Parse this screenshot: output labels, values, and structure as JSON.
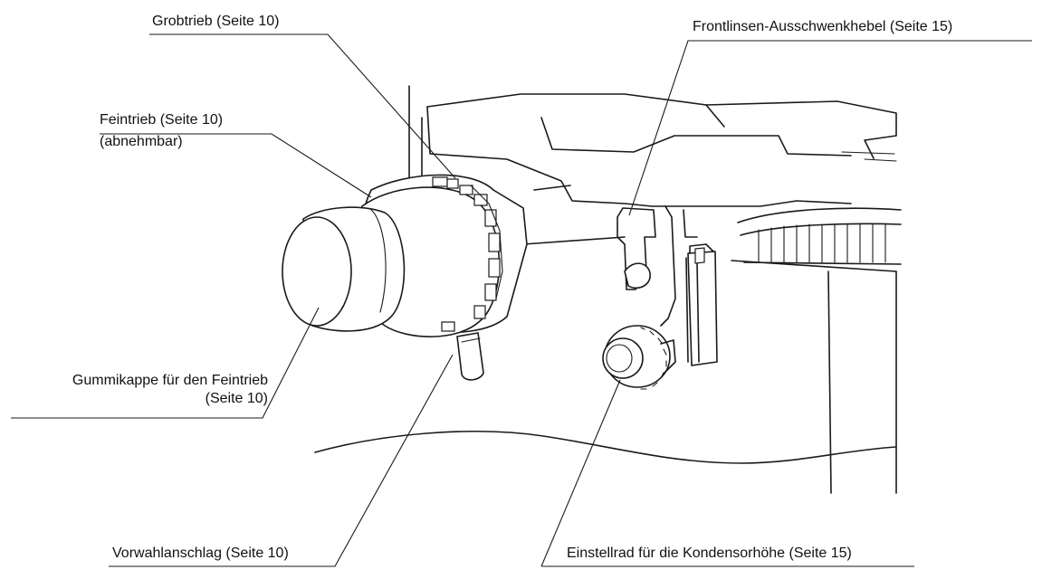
{
  "labels": {
    "grobtrieb": "Grobtrieb (Seite 10)",
    "feintrieb": "Feintrieb (Seite 10)",
    "feintrieb_note": "(abnehmbar)",
    "frontlinsen": "Frontlinsen-Ausschwenkhebel (Seite 15)",
    "gummikappe_line1": "Gummikappe für den Feintrieb",
    "gummikappe_line2": "(Seite 10)",
    "vorwahlanschlag": "Vorwahlanschlag (Seite 10)",
    "einstellrad": "Einstellrad für die Kondensorhöhe (Seite 15)"
  }
}
